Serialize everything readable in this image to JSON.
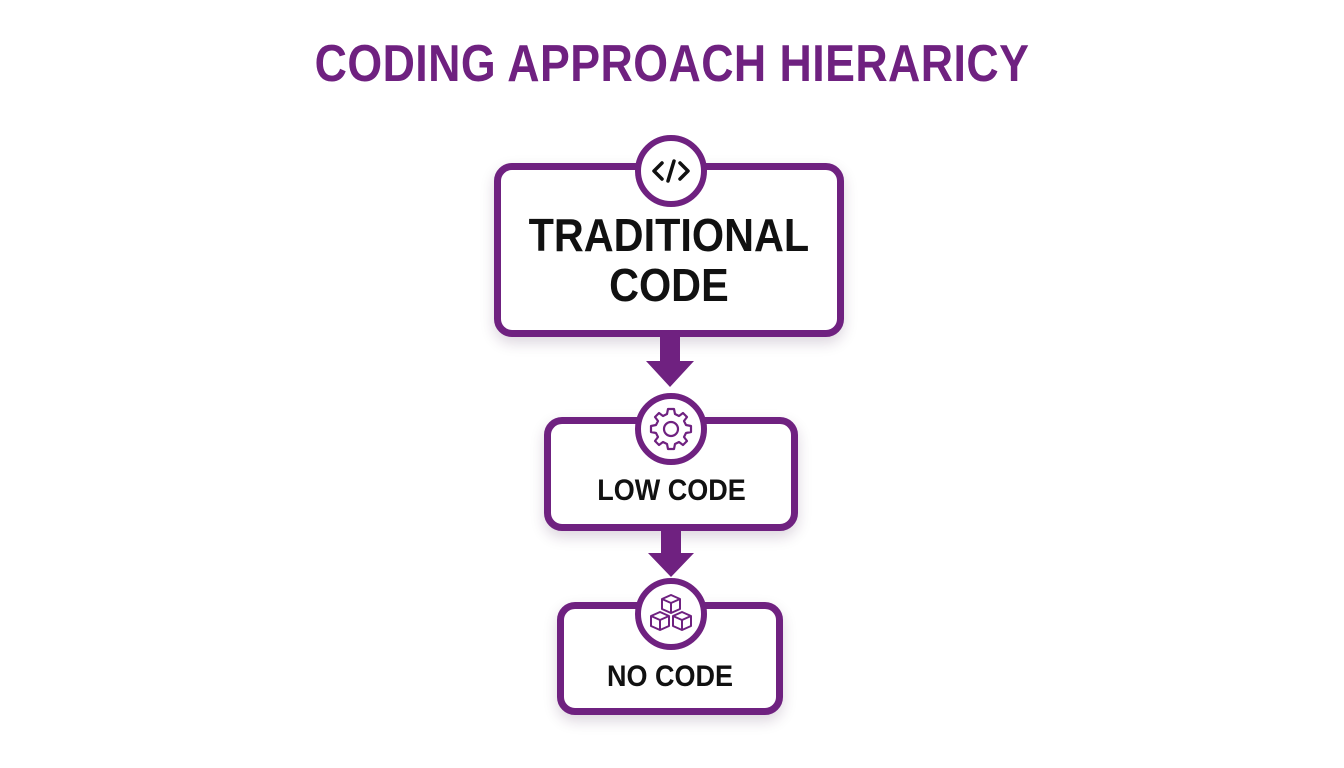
{
  "title": "CODING APPROACH HIERARICY",
  "colors": {
    "accent": "#6f2180",
    "text": "#111111",
    "background": "#ffffff"
  },
  "levels": [
    {
      "label_lines": [
        "TRADITIONAL",
        "CODE"
      ],
      "icon": "code-brackets-icon"
    },
    {
      "label_lines": [
        "LOW CODE"
      ],
      "icon": "gear-icon"
    },
    {
      "label_lines": [
        "NO CODE"
      ],
      "icon": "cubes-icon"
    }
  ]
}
